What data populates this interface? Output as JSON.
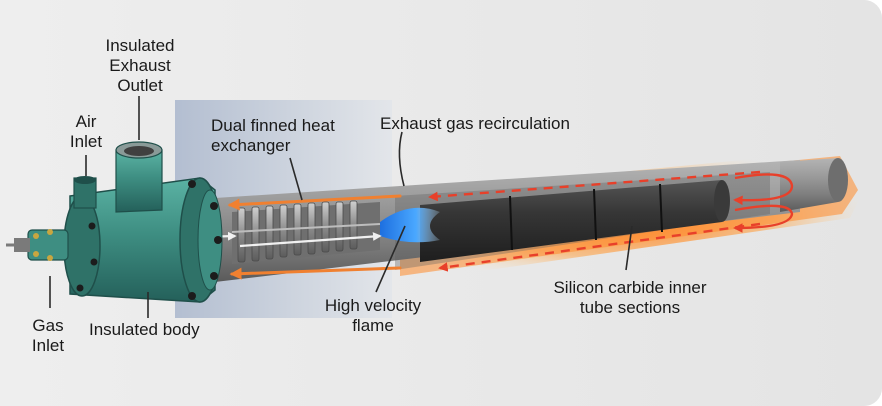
{
  "diagram": {
    "labels": {
      "insulated_exhaust_outlet": "Insulated\nExhaust\nOutlet",
      "air_inlet": "Air\nInlet",
      "dual_finned_heat_exchanger": "Dual finned heat\nexchanger",
      "exhaust_gas_recirculation": "Exhaust gas recirculation",
      "high_velocity_flame": "High velocity\nflame",
      "silicon_carbide_inner_tube_sections": "Silicon carbide inner\ntube sections",
      "gas_inlet": "Gas\nInlet",
      "insulated_body": "Insulated body"
    },
    "colors": {
      "body": "#3e8e82",
      "heat_glow": "#ff8a2a",
      "outer_tube": "#8d8d8d",
      "inner_tube": "#2e2e2e",
      "flow_arrows": "#f08030",
      "recirculation_arrows": "#e8402a",
      "flame": "#4aa8ff"
    }
  }
}
